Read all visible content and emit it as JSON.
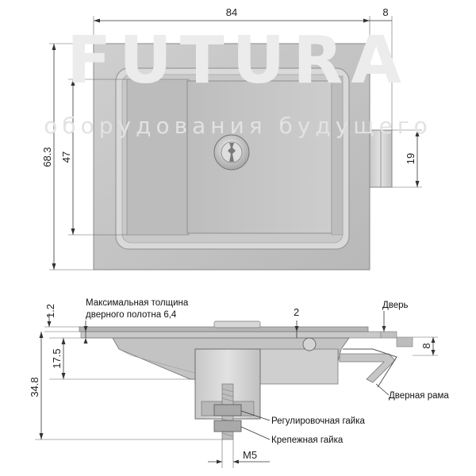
{
  "watermark": {
    "brand": "FUTURA",
    "slogan": "оборудования будущего"
  },
  "top_view": {
    "dim_width": "84",
    "dim_right_offset": "8",
    "dim_total_height": "68.3",
    "dim_handle_height": "47",
    "dim_bolt_height": "19"
  },
  "side_view": {
    "dim_thickness": "1.2",
    "dim_gap": "2",
    "dim_depth_upper": "17.5",
    "dim_depth_total": "34.8",
    "dim_right": "8",
    "dim_thread": "M5",
    "label_max_thickness_line1": "Максимальная толщина",
    "label_max_thickness_line2": "дверного полотна 6,4",
    "label_door": "Дверь",
    "label_door_frame": "Дверная рама",
    "label_adjust_nut": "Регулировочная гайка",
    "label_fixing_nut": "Крепежная гайка"
  }
}
